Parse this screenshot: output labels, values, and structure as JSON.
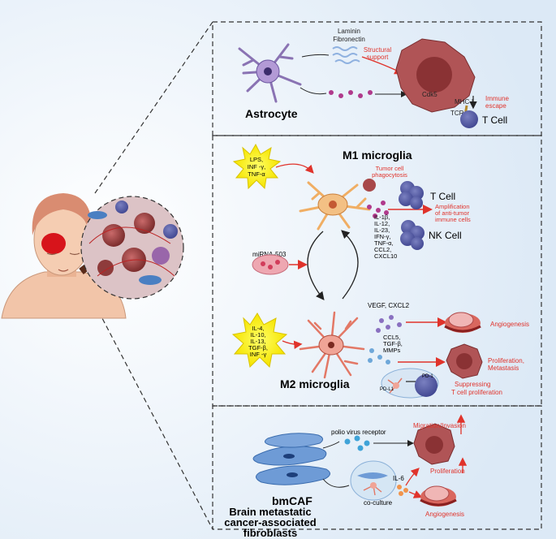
{
  "astrocyte": {
    "label": "Astrocyte",
    "laminin": "Laminin",
    "fibronectin": "Fibronectin",
    "structural_1": "Structural",
    "structural_2": "support",
    "cdk5": "Cdk5",
    "mhc": "MHC-I",
    "immune_1": "Immune",
    "immune_2": "escape",
    "tcr": "TCR",
    "tcell": "T Cell"
  },
  "microglia": {
    "m1_label": "M1 microglia",
    "m1_stimuli": [
      "LPS,",
      "INF -γ,",
      "TNF-α"
    ],
    "phago_1": "Tumor cell",
    "phago_2": "phagocytosis",
    "tcell": "T Cell",
    "nkcell": "NK Cell",
    "amp": [
      "Amplification",
      "of anti-tumor",
      "immune cells"
    ],
    "cytokines": [
      "IL-1β,",
      "IL-12,",
      "IL-23,",
      "IFN-γ,",
      "TNF-α,",
      "CCL2,",
      "CXCL10"
    ],
    "mirna": "miRNA-503",
    "m2_stimuli": [
      "IL-4,",
      "IL-10,",
      "IL-13,",
      "TGF-β,",
      "INF -γ"
    ],
    "m2_label": "M2 microglia",
    "vegf": "VEGF, CXCL2",
    "angiogenesis": "Angiogenesis",
    "m2_factors": [
      "CCL5,",
      "TGF-β,",
      "MMPs"
    ],
    "prolif_1": "Proliferation,",
    "prolif_2": "Metastasis",
    "pd1": "PD-1",
    "pdl1": "PD-L1",
    "suppress_1": "Suppressing",
    "suppress_2": "T cell proliferation"
  },
  "bmcaf": {
    "label": "bmCAF",
    "full_1": "Brain metastatic",
    "full_2": "cancer-associated",
    "full_3": "fibroblasts",
    "polio": "polio virus receptor",
    "migration": "Migration/Invasion",
    "proliferation": "Proliferation",
    "coculture": "co-culture",
    "il6": "IL-6",
    "angiogenesis": "Angiogenesis"
  }
}
